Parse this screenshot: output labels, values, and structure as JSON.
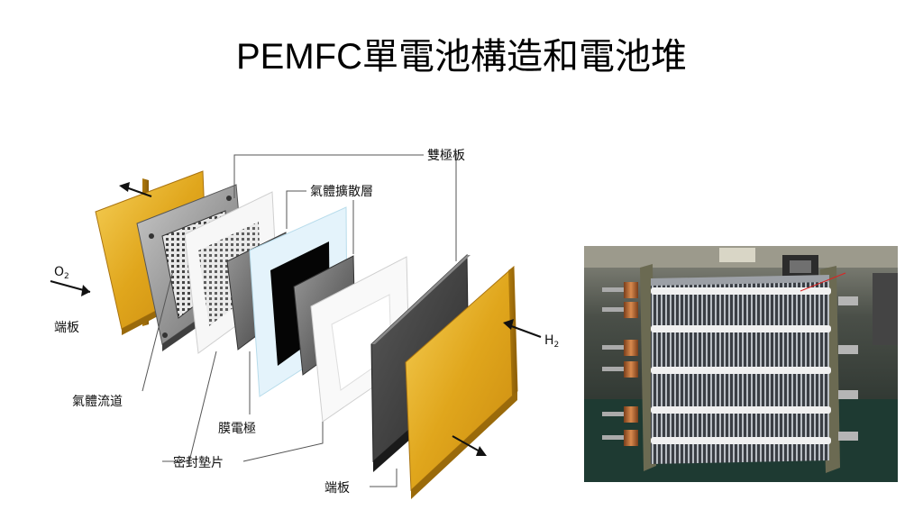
{
  "slide": {
    "title_latin": "PEMFC",
    "title_cjk": "單電池構造和電池堆"
  },
  "diagram": {
    "labels": {
      "bipolar_plate": "雙極板",
      "gas_diffusion_layer": "氣體擴散層",
      "o2": "O",
      "o2_sub": "2",
      "end_plate_left": "端板",
      "gas_channel": "氣體流道",
      "mea": "膜電極",
      "h2": "H",
      "h2_sub": "2",
      "gasket": "密封墊片",
      "end_plate_bottom": "端板"
    }
  },
  "colors": {
    "gold": "#e2a51c",
    "graphite": "#4a4a4a",
    "membrane": "#e3f3fa",
    "photo_bg": "#1d2a26"
  }
}
